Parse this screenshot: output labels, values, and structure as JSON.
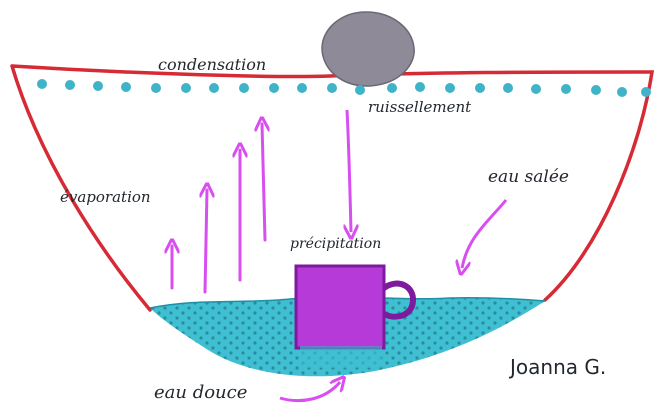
{
  "labels": {
    "condensation": "condensation",
    "ruissellement": "ruissellement",
    "evaporation": "évaporation",
    "eau_salee": "eau salée",
    "precipitation": "précipitation",
    "eau_douce": "eau douce",
    "author": "Joanna G."
  },
  "colors": {
    "bowl_outline": "#d62a35",
    "drops": "#3fb4c8",
    "water": "#3fc0d2",
    "arrows": "#d84ef0",
    "cup": "#b53ad8",
    "stone": "#8e8a97"
  }
}
